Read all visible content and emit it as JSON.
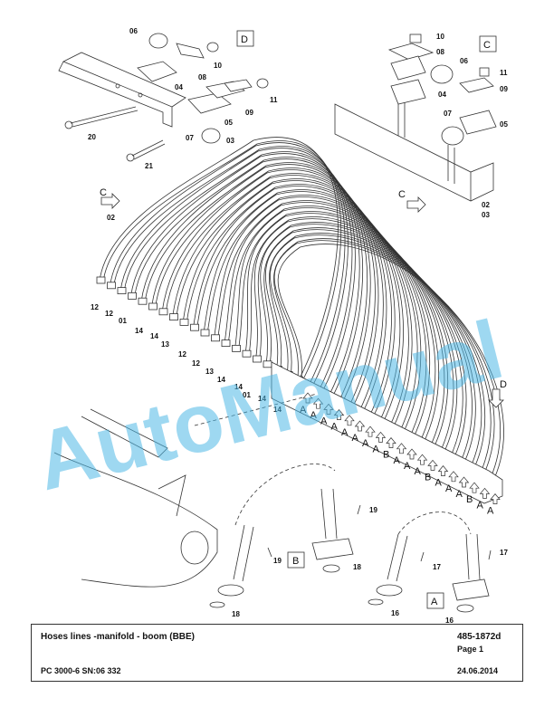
{
  "watermark": "AutoManual",
  "title_block": {
    "title": "Hoses lines -manifold - boom (BBE)",
    "drawing_number": "485-1872d",
    "page": "Page 1",
    "model": "PC 3000-6 SN:06 332",
    "date": "24.06.2014"
  },
  "view_letters": {
    "c_box": "C",
    "d_box": "D",
    "b_box": "B",
    "a_box": "A",
    "arrow_c": "C",
    "arrow_d": "D",
    "arrow_a": "A",
    "arrow_b": "B"
  },
  "callouts": {
    "c01": "01",
    "c02": "02",
    "c03": "03",
    "c04": "04",
    "c05": "05",
    "c06": "06",
    "c07": "07",
    "c08": "08",
    "c09": "09",
    "c10": "10",
    "c11": "11",
    "c12": "12",
    "c13": "13",
    "c14": "14",
    "c16": "16",
    "c17": "17",
    "c18": "18",
    "c19": "19",
    "c20": "20",
    "c21": "21"
  },
  "colors": {
    "line": "#333333",
    "watermark": "#4fb8e6"
  }
}
